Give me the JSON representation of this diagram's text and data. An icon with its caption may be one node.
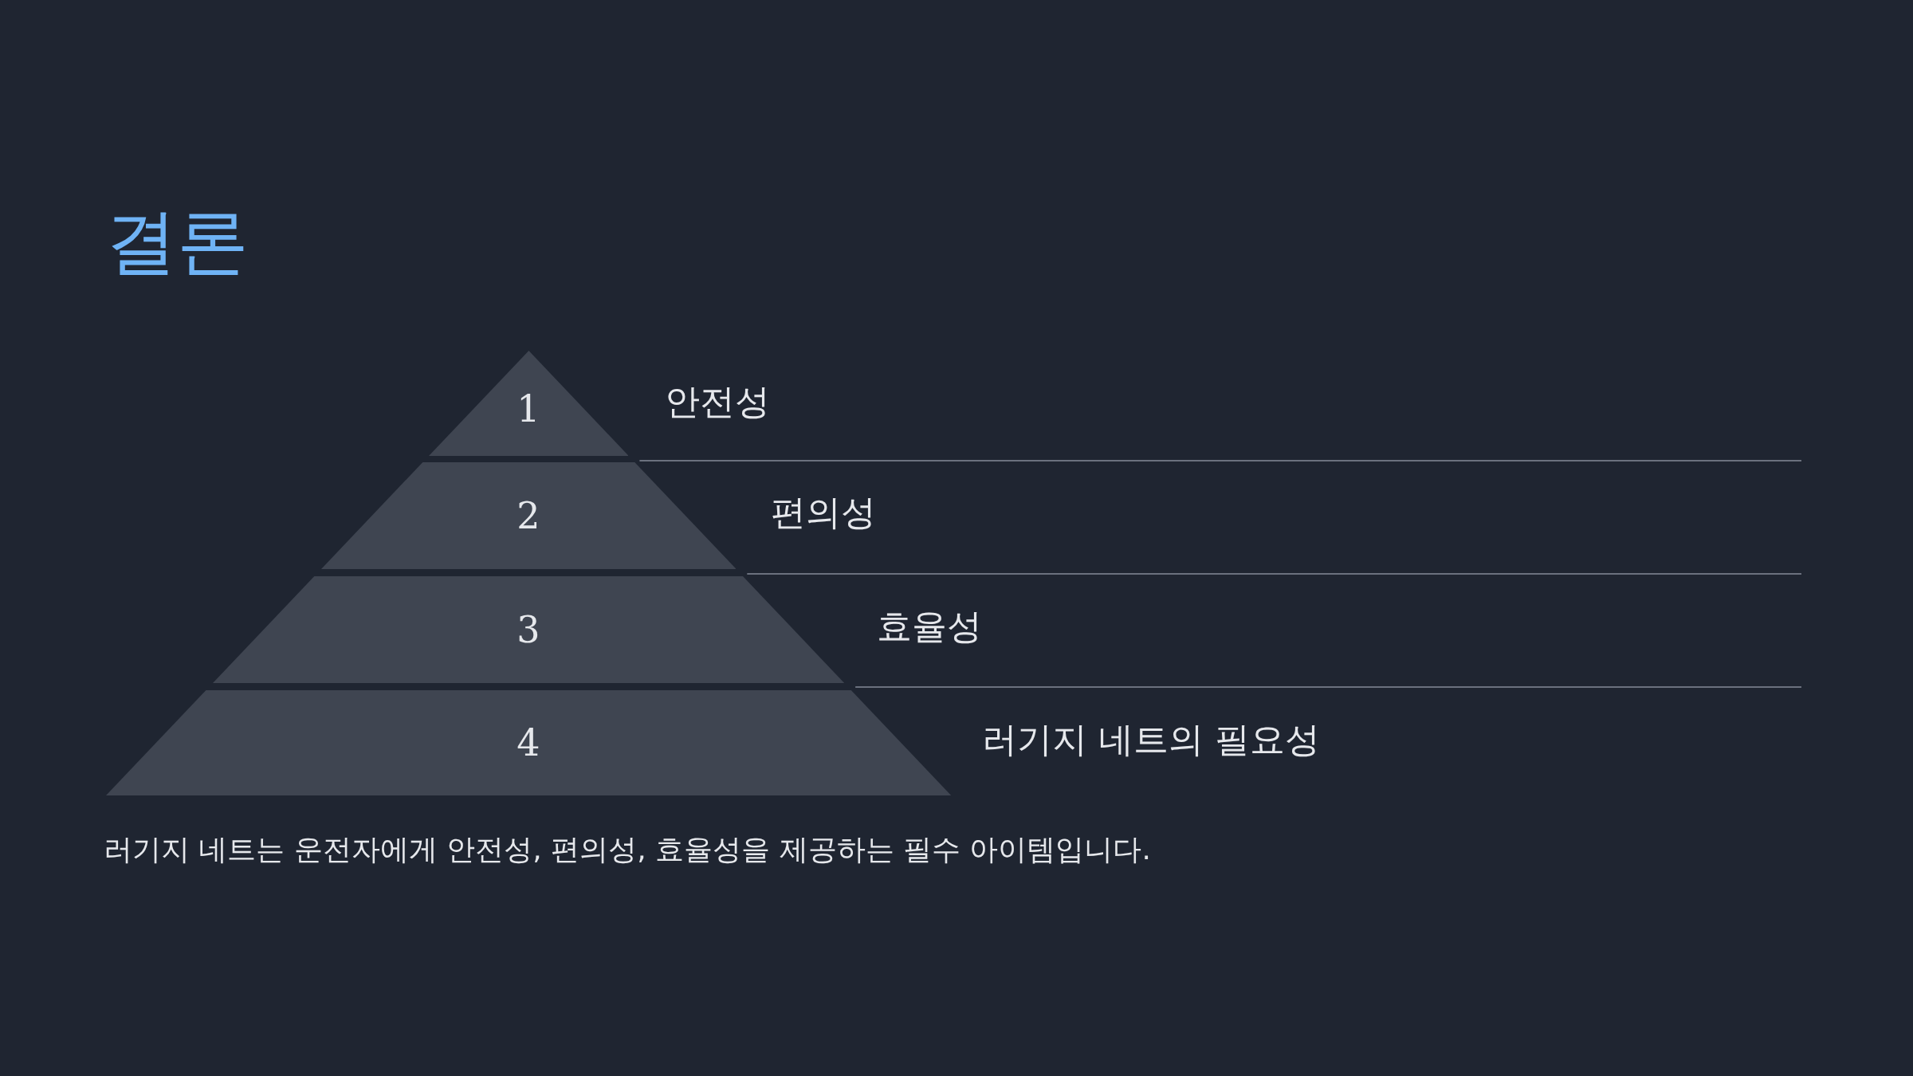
{
  "diagram": {
    "title": "결론",
    "nodes": [
      {
        "text": [
          "1"
        ],
        "beside": [
          "안전성"
        ]
      },
      {
        "text": [
          "2"
        ],
        "beside": [
          "편의성"
        ]
      },
      {
        "text": [
          "3"
        ],
        "beside": [
          "효율성"
        ]
      },
      {
        "text": [
          "4"
        ],
        "beside": [
          "러기지 네트의 필요성"
        ]
      }
    ],
    "caption": "러기지 네트는 운전자에게 안전성, 편의성, 효율성을 제공하는 필수 아이템입니다."
  }
}
